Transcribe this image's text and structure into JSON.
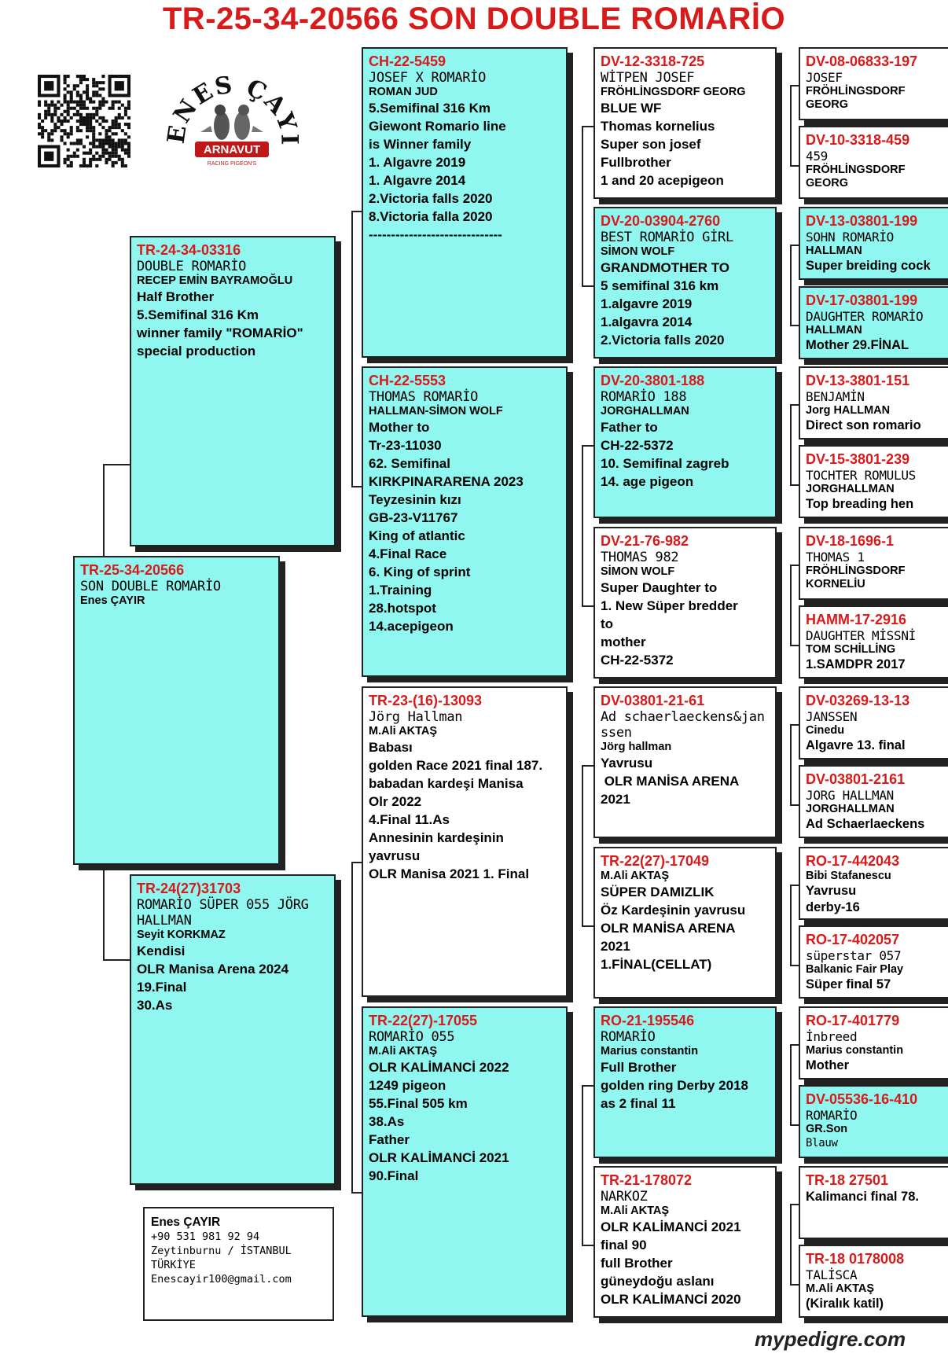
{
  "header": {
    "title": "TR-25-34-20566  SON DOUBLE ROMARİO"
  },
  "logo": {
    "text": "ENES ÇAYIR",
    "sub": "ARNAVUT",
    "tag": "RACING PIGEON'S"
  },
  "contact": {
    "name": "Enes ÇAYIR",
    "phone": "+90 531 981 92 94",
    "city": "Zeytinburnu / İSTANBUL",
    "country": "TÜRKİYE",
    "email": "Enescayir100@gmail.com"
  },
  "watermark": "mypedigre.com",
  "colors": {
    "ring": "#d91a1a",
    "cyan": "#8ff6f0",
    "border": "#222222"
  },
  "pedigree": {
    "subject": {
      "ring": "TR-25-34-20566",
      "name": "SON DOUBLE ROMARİO",
      "breeder": "Enes ÇAYIR",
      "info": []
    },
    "sire": {
      "ring": "TR-24-34-03316",
      "name": "DOUBLE ROMARİO",
      "breeder": "RECEP EMİN BAYRAMOĞLU",
      "info": [
        "Half Brother",
        "5.Semifinal 316 Km",
        "winner family \"ROMARİO\"",
        "special production"
      ]
    },
    "dam": {
      "ring": "TR-24(27)31703",
      "name": "ROMARİO SÜPER 055 JÖRG HALLMAN",
      "breeder": "Seyit KORKMAZ",
      "info": [
        "Kendisi",
        "OLR Manisa Arena 2024",
        "19.Final",
        "30.As"
      ]
    },
    "g1": {
      "ring": "CH-22-5459",
      "name": "JOSEF X ROMARİO",
      "breeder": "ROMAN JUD",
      "info": [
        "5.Semifinal 316 Km",
        "Giewont Romario line",
        "is Winner family",
        "1. Algavre 2019",
        "1. Algavre 2014",
        "2.Victoria falls 2020",
        "8.Victoria falla 2020",
        "------------------------------"
      ]
    },
    "g2": {
      "ring": "CH-22-5553",
      "name": "THOMAS ROMARİO",
      "breeder": "HALLMAN-SİMON WOLF",
      "info": [
        "Mother to",
        "Tr-23-11030",
        "62. Semifinal",
        "KIRKPINARARENA 2023",
        "Teyzesinin kızı",
        "GB-23-V11767",
        "King of atlantic",
        "4.Final Race",
        "6. King of sprint",
        "1.Training",
        "28.hotspot",
        "14.acepigeon"
      ]
    },
    "g3": {
      "ring": "TR-23-(16)-13093",
      "name": "Jörg Hallman",
      "breeder": "M.Ali AKTAŞ",
      "info": [
        "Babası",
        "golden Race 2021 final 187.",
        "babadan kardeşi Manisa",
        "Olr 2022",
        "4.Final 11.As",
        "Annesinin kardeşinin",
        "yavrusu",
        "OLR Manisa 2021 1. Final"
      ]
    },
    "g4": {
      "ring": "TR-22(27)-17055",
      "name": "ROMARİO 055",
      "breeder": "M.Ali AKTAŞ",
      "info": [
        "OLR KALİMANCİ 2022",
        "1249 pigeon",
        "55.Final 505 km",
        "38.As",
        "Father",
        "OLR KALİMANCİ 2021",
        "90.Final"
      ]
    },
    "h1": {
      "ring": "DV-12-3318-725",
      "name": "WİTPEN JOSEF",
      "breeder": "FRÖHLİNGSDORF GEORG",
      "info": [
        "BLUE WF",
        "Thomas kornelius",
        "Super son josef",
        "Fullbrother",
        "1 and 20 acepigeon"
      ]
    },
    "h2": {
      "ring": "DV-20-03904-2760",
      "name": "BEST ROMARİO GİRL",
      "breeder": "SİMON WOLF",
      "info": [
        "GRANDMOTHER TO",
        "5 semifinal 316 km",
        "1.algavre 2019",
        "1.algavra 2014",
        "2.Victoria falls 2020"
      ]
    },
    "h3": {
      "ring": "DV-20-3801-188",
      "name": "ROMARİO 188",
      "breeder": "JORGHALLMAN",
      "info": [
        "Father to",
        "CH-22-5372",
        "10. Semifinal zagreb",
        "14. age pigeon"
      ]
    },
    "h4": {
      "ring": "DV-21-76-982",
      "name": "THOMAS 982",
      "breeder": "SİMON WOLF",
      "info": [
        "Super Daughter to",
        "1. New Süper bredder",
        "to",
        "mother",
        "CH-22-5372"
      ]
    },
    "h5": {
      "ring": "DV-03801-21-61",
      "name": "Ad schaerlaeckens&janssen",
      "breeder": "Jörg hallman",
      "info": [
        "Yavrusu",
        " OLR MANİSA ARENA",
        "2021"
      ]
    },
    "h6": {
      "ring": "TR-22(27)-17049",
      "name": "",
      "breeder": "M.Ali AKTAŞ",
      "info": [
        "SÜPER DAMIZLIK",
        "Öz Kardeşinin yavrusu",
        "OLR MANİSA ARENA",
        "2021",
        "1.FİNAL(CELLAT)"
      ]
    },
    "h7": {
      "ring": "RO-21-195546",
      "name": "ROMARİO",
      "breeder": "Marius constantin",
      "info": [
        "Full Brother",
        "golden ring Derby 2018",
        "as 2 final 11"
      ]
    },
    "h8": {
      "ring": "TR-21-178072",
      "name": "NARKOZ",
      "breeder": "M.Ali AKTAŞ",
      "info": [
        "OLR KALİMANCİ 2021",
        "final 90",
        "full Brother",
        "güneydoğu aslanı",
        "OLR KALİMANCİ 2020"
      ]
    },
    "k1": {
      "ring": "DV-08-06833-197",
      "name": "JOSEF",
      "breeder": "FRÖHLİNGSDORF",
      "info": [
        "GEORG"
      ]
    },
    "k2": {
      "ring": "DV-10-3318-459",
      "name": "459",
      "breeder": "FRÖHLİNGSDORF",
      "info": [
        "GEORG"
      ]
    },
    "k3": {
      "ring": "DV-13-03801-199",
      "name": "SOHN ROMARİO",
      "breeder": "HALLMAN",
      "info": [
        "Super breiding cock"
      ]
    },
    "k4": {
      "ring": "DV-17-03801-199",
      "name": "DAUGHTER ROMARİO",
      "breeder": "HALLMAN",
      "info": [
        "Mother 29.FİNAL"
      ]
    },
    "k5": {
      "ring": "DV-13-3801-151",
      "name": "BENJAMİN",
      "breeder": "Jorg HALLMAN",
      "info": [
        "Direct son romario"
      ]
    },
    "k6": {
      "ring": "DV-15-3801-239",
      "name": "TOCHTER ROMULUS",
      "breeder": "JORGHALLMAN",
      "info": [
        "Top breading hen"
      ]
    },
    "k7": {
      "ring": "DV-18-1696-1",
      "name": "THOMAS 1",
      "breeder": "FRÖHLİNGSDORF",
      "info": [
        "KORNELİU"
      ]
    },
    "k8": {
      "ring": "HAMM-17-2916",
      "name": "DAUGHTER MİSSNİ",
      "breeder": "TOM SCHİLLİNG",
      "info": [
        "1.SAMDPR 2017"
      ]
    },
    "k9": {
      "ring": "DV-03269-13-13",
      "name": "JANSSEN",
      "breeder": "Cinedu",
      "info": [
        "Algavre 13. final"
      ]
    },
    "k10": {
      "ring": "DV-03801-2161",
      "name": "JORG HALLMAN",
      "breeder": "JORGHALLMAN",
      "info": [
        "Ad Schaerlaeckens"
      ]
    },
    "k11": {
      "ring": "RO-17-442043",
      "name": "",
      "breeder": "Bibi Stafanescu",
      "info": [
        "Yavrusu",
        "derby-16"
      ]
    },
    "k12": {
      "ring": "RO-17-402057",
      "name": "süperstar 057",
      "breeder": "Balkanic Fair Play",
      "info": [
        "Süper final 57"
      ]
    },
    "k13": {
      "ring": "RO-17-401779",
      "name": "İnbreed",
      "breeder": "Marius constantin",
      "info": [
        "Mother"
      ]
    },
    "k14": {
      "ring": "DV-05536-16-410",
      "name": "ROMARİO",
      "breeder": "GR.Son",
      "info": [
        "Blauw"
      ]
    },
    "k15": {
      "ring": "TR-18 27501",
      "name": "",
      "breeder": "",
      "info": [
        "Kalimanci final 78."
      ]
    },
    "k16": {
      "ring": "TR-18 0178008",
      "name": "TALİSCA",
      "breeder": "M.Ali AKTAŞ",
      "info": [
        "(Kiralık katil)"
      ]
    }
  }
}
